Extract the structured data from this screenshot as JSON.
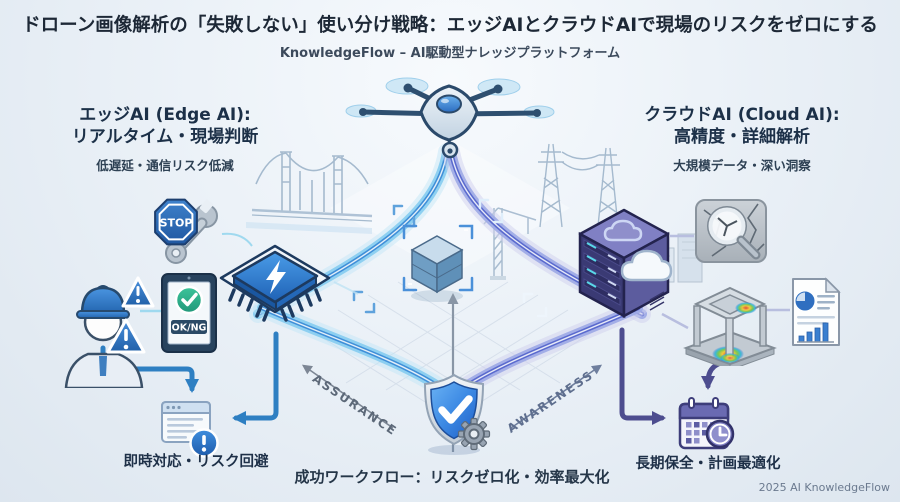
{
  "header": {
    "title": "ドローン画像解析の「失敗しない」使い分け戦略：エッジAIとクラウドAIで現場のリスクをゼロにする",
    "subtitle": "KnowledgeFlow – AI駆動型ナレッジプラットフォーム"
  },
  "edge_section": {
    "heading_line1": "エッジAI (Edge AI):",
    "heading_line2": "リアルタイム・現場判断",
    "tagline": "低遅延・通信リスク低減",
    "stop_sign_label": "STOP",
    "tablet_status_label": "OK/NG",
    "outcome_label": "即時対応・リスク回避"
  },
  "cloud_section": {
    "heading_line1": "クラウドAI (Cloud AI):",
    "heading_line2": "高精度・詳細解析",
    "tagline": "大規模データ・深い洞察",
    "outcome_label": "長期保全・計画最適化"
  },
  "center_scene": {
    "axis_label_left": "ASSURANCE",
    "axis_label_right": "AWARENESS",
    "workflow_caption": "成功ワークフロー：リスクゼロ化・効率最大化"
  },
  "footer": {
    "credit": "2025 AI KnowledgeFlow"
  },
  "icons": {
    "edge": [
      "stop-wrench-icon",
      "edge-chip-icon",
      "field-worker-icon",
      "okng-tablet-icon",
      "instant-alert-icon"
    ],
    "cloud": [
      "cloud-server-icon",
      "crack-inspection-icon",
      "thermal-analysis-icon",
      "analytics-report-icon",
      "maintenance-schedule-icon"
    ],
    "center": [
      "drone-icon",
      "detection-cube-icon",
      "security-shield-icon"
    ]
  },
  "colors": {
    "accent_blue": "#2e7fc2",
    "accent_purple": "#4d4d8f",
    "stream_cyan": "#85ccf0",
    "title_navy": "#1d2836",
    "check_green": "#2fb08c"
  }
}
